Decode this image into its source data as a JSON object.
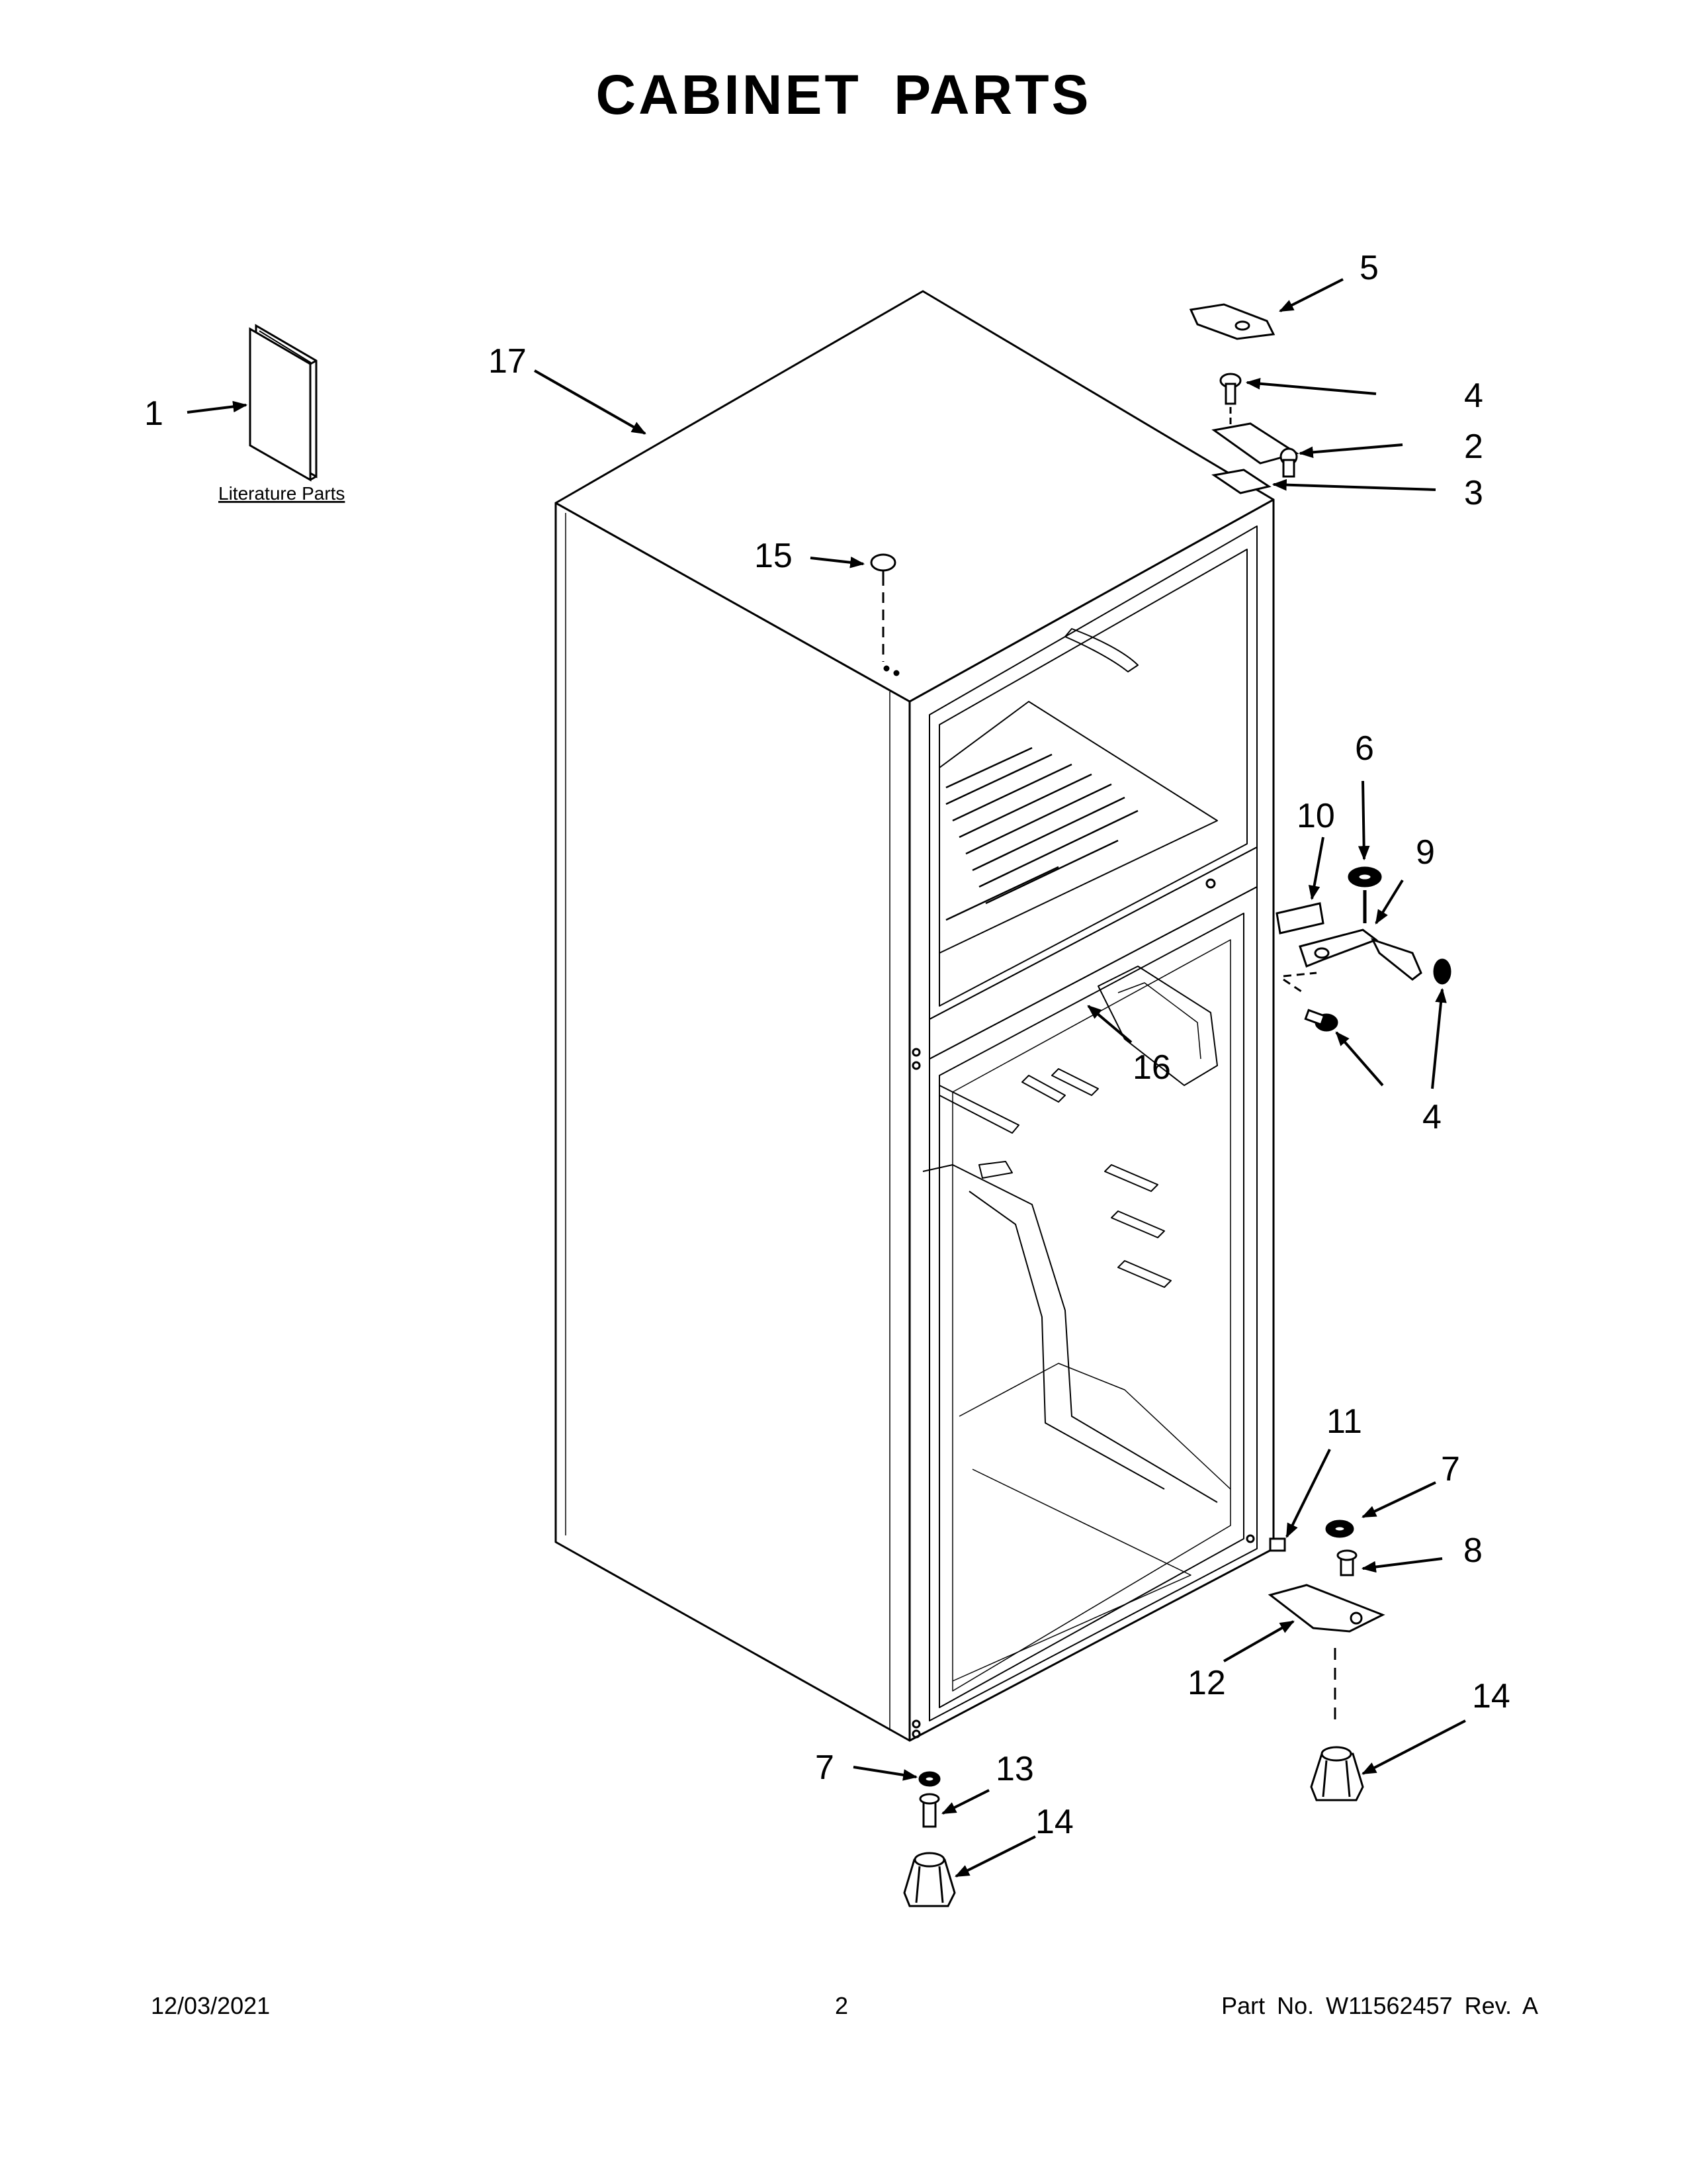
{
  "header": {
    "title": "CABINET PARTS"
  },
  "literature": {
    "label": "Literature Parts"
  },
  "callouts": {
    "c1": "1",
    "c2": "2",
    "c3": "3",
    "c4a": "4",
    "c4b": "4",
    "c5": "5",
    "c6": "6",
    "c7a": "7",
    "c7b": "7",
    "c8": "8",
    "c9": "9",
    "c10": "10",
    "c11": "11",
    "c12": "12",
    "c13": "13",
    "c14a": "14",
    "c14b": "14",
    "c15": "15",
    "c16": "16",
    "c17": "17"
  },
  "footer": {
    "date": "12/03/2021",
    "page": "2",
    "part": "Part No.  W11562457  Rev.  A"
  }
}
